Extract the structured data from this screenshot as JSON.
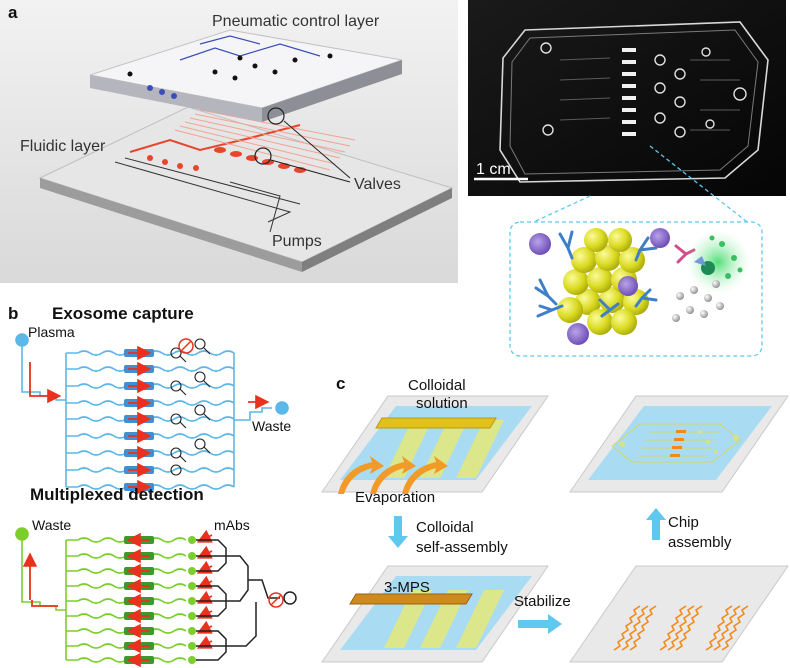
{
  "panels": {
    "a": {
      "letter": "a",
      "labels": {
        "pneumatic": "Pneumatic control layer",
        "fluidic": "Fluidic layer",
        "valves": "Valves",
        "pumps": "Pumps"
      },
      "photo_scale": "1 cm"
    },
    "b": {
      "letter": "b",
      "capture_title": "Exosome capture",
      "plasma": "Plasma",
      "waste_right": "Waste",
      "detection_title": "Multiplexed detection",
      "waste_left": "Waste",
      "mabs": "mAbs"
    },
    "c": {
      "letter": "c",
      "colloidal_solution_line1": "Colloidal",
      "colloidal_solution_line2": "solution",
      "evaporation": "Evaporation",
      "self_assembly_line1": "Colloidal",
      "self_assembly_line2": "self-assembly",
      "mps": "3-MPS",
      "stabilize": "Stabilize",
      "chip_assembly_line1": "Chip",
      "chip_assembly_line2": "assembly"
    }
  },
  "colors": {
    "capture": "#5bb8e8",
    "detection": "#7ccf2a",
    "arrow_red": "#e8321e",
    "fluid_red": "#e8452c",
    "pneumatic_blue": "#3b4fb8",
    "gold_bar": "#e2c21a",
    "mps_bar": "#cf8a1e",
    "stripe_orange": "#f08a18",
    "substrate": "#a9dcf2",
    "process_arrow": "#5fc8ee"
  },
  "icons": [
    "valve-icon",
    "blocked-valve-icon",
    "scale-bar-icon",
    "nanoparticle-icon",
    "antibody-icon",
    "exosome-icon"
  ]
}
